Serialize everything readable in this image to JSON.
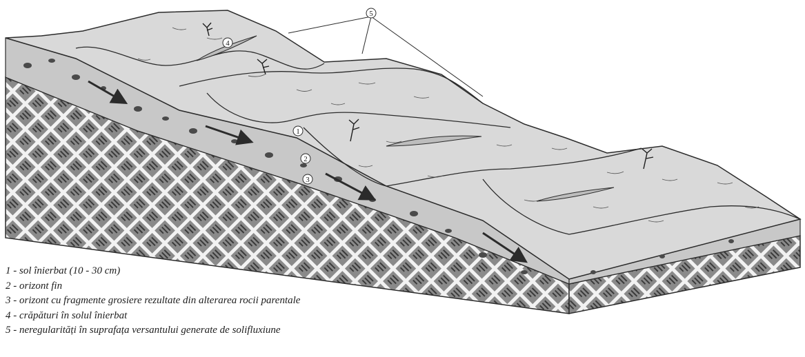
{
  "markers": [
    "1",
    "2",
    "3",
    "4",
    "5"
  ],
  "legend": [
    "1 - sol înierbat (10 - 30 cm)",
    "2 - orizont fin",
    "3 - orizont cu fragmente grosiere rezultate din alterarea rocii parentale",
    "4 - crăpături în solul înierbat",
    "5 - neregularități în suprafața versantului generate de solifluxiune"
  ],
  "colors": {
    "surface": "#d9d9d9",
    "soil_layer": "#c8c8c8",
    "bedrock": "#8a8a8a",
    "outline": "#2b2b2b",
    "text": "#1d1d1d"
  },
  "icons": [
    "movement-arrow-icon",
    "shrub-icon",
    "crack-icon",
    "pebble-icon"
  ]
}
